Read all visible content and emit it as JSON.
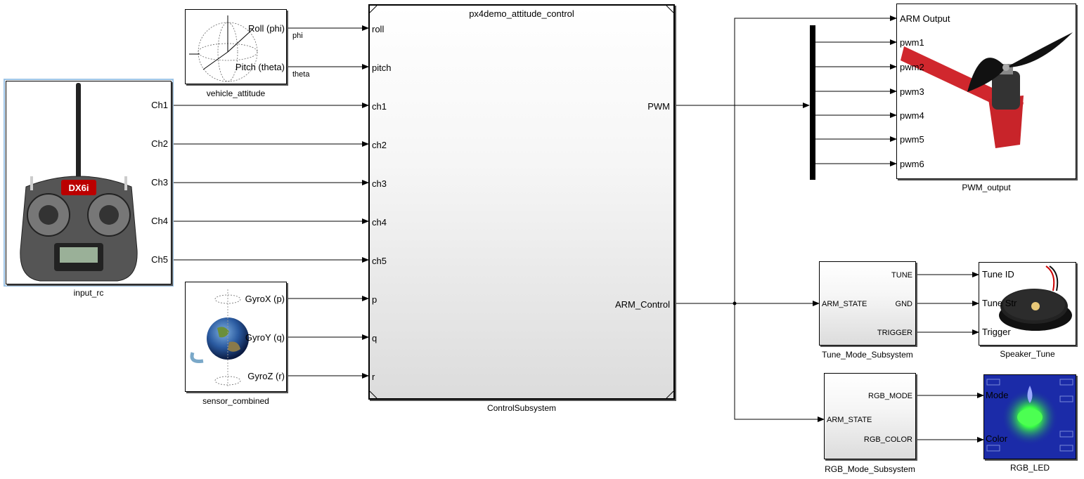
{
  "control_subsystem": {
    "title": "px4demo_attitude_control",
    "caption": "ControlSubsystem",
    "inputs": [
      "roll",
      "pitch",
      "ch1",
      "ch2",
      "ch3",
      "ch4",
      "ch5",
      "p",
      "q",
      "r"
    ],
    "outputs": [
      "PWM",
      "ARM_Control"
    ]
  },
  "vehicle_attitude": {
    "caption": "vehicle_attitude",
    "port_roll": "Roll (phi)",
    "port_pitch": "Pitch (theta)",
    "signal_phi": "phi",
    "signal_theta": "theta"
  },
  "input_rc": {
    "caption": "input_rc",
    "ports": [
      "Ch1",
      "Ch2",
      "Ch3",
      "Ch4",
      "Ch5"
    ],
    "radio_brand_text": "DX6i"
  },
  "sensor_combined": {
    "caption": "sensor_combined",
    "ports": [
      "GyroX (p)",
      "GyroY (q)",
      "GyroZ (r)"
    ]
  },
  "pwm_output": {
    "caption": "PWM_output",
    "ports": [
      "ARM Output",
      "pwm1",
      "pwm2",
      "pwm3",
      "pwm4",
      "pwm5",
      "pwm6"
    ]
  },
  "tune_mode": {
    "caption": "Tune_Mode_Subsystem",
    "input": "ARM_STATE",
    "outputs": [
      "TUNE",
      "GND",
      "TRIGGER"
    ]
  },
  "speaker_tune": {
    "caption": "Speaker_Tune",
    "ports": [
      "Tune ID",
      "Tune Str",
      "Trigger"
    ]
  },
  "rgb_mode": {
    "caption": "RGB_Mode_Subsystem",
    "input": "ARM_STATE",
    "outputs": [
      "RGB_MODE",
      "RGB_COLOR"
    ]
  },
  "rgb_led": {
    "caption": "RGB_LED",
    "ports": [
      "Mode",
      "Color"
    ]
  },
  "colors": {
    "selection_border": "#9cc3e5",
    "wire": "#000000",
    "led_glow": "#39ff44",
    "board_blue": "#1a2a9e",
    "frame_red": "#d0272d"
  }
}
